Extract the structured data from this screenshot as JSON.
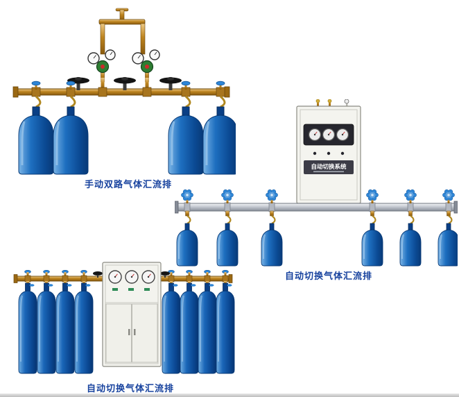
{
  "products": [
    {
      "caption": "手动双路气体汇流排"
    },
    {
      "caption": "自动切换气体汇流排",
      "cabinet_label": "自动切换系统"
    },
    {
      "caption": "自动切换气体汇流排"
    }
  ],
  "colors": {
    "caption_text": "#17429e",
    "cylinder_blue": "#1e6fc0",
    "brass_pipe": "#bd841f",
    "aluminum_pipe": "#c3c8d0",
    "cabinet_body": "#f4f4ef",
    "valve_knob_blue": "#2f86d6"
  }
}
